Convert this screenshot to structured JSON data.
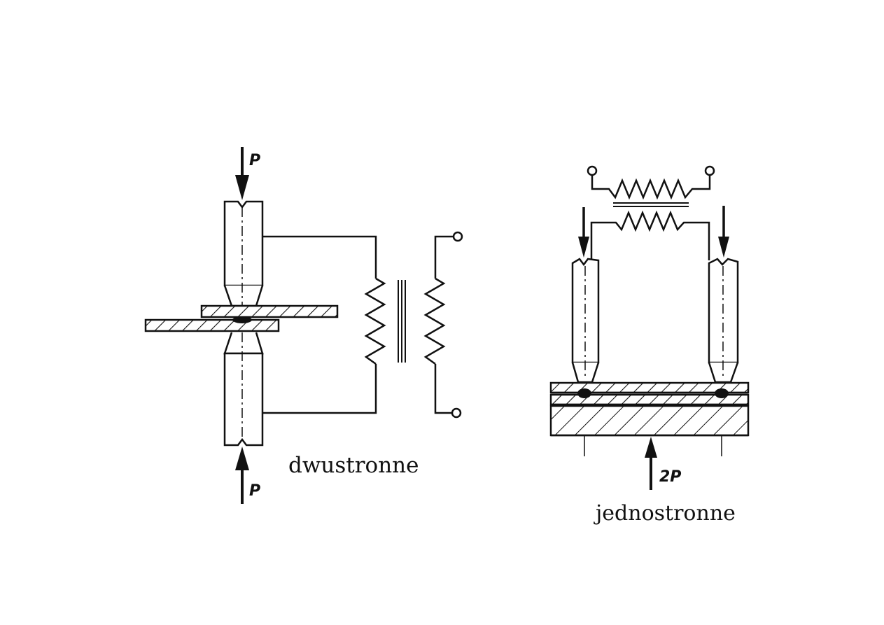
{
  "diagram": {
    "two_sided": {
      "caption": "dwustronne",
      "force_top_label": "P",
      "force_bottom_label": "P"
    },
    "one_sided": {
      "caption": "jednostronne",
      "force_bottom_label": "2P"
    },
    "colors": {
      "ink": "#111111",
      "background": "#ffffff"
    }
  }
}
